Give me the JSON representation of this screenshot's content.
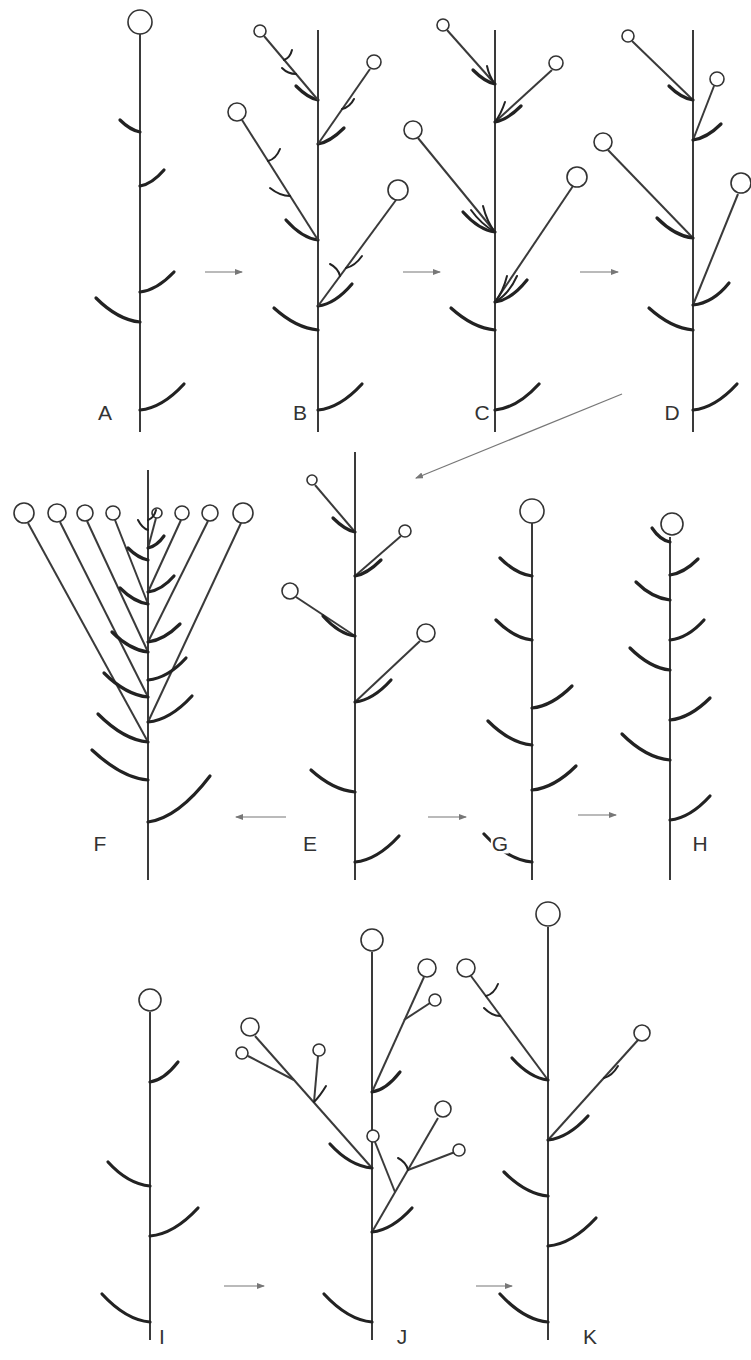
{
  "diagram": {
    "labels": [
      "A",
      "B",
      "C",
      "D",
      "F",
      "E",
      "G",
      "H",
      "I",
      "J",
      "K"
    ]
  }
}
